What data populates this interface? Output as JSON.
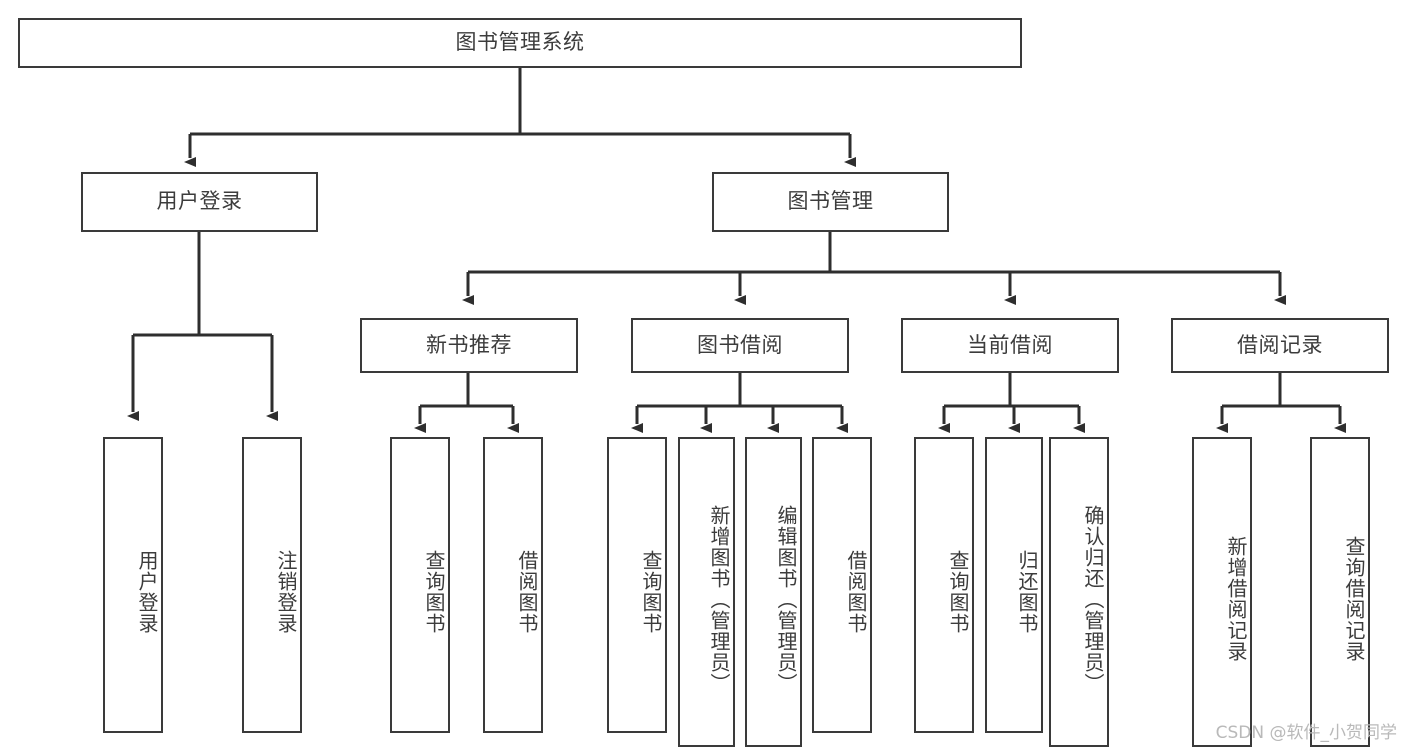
{
  "diagram": {
    "title": "图书管理系统",
    "type": "tree",
    "watermark": "CSDN @软件_小贺同学",
    "colors": {
      "box_border": "#3a3a3a",
      "box_fill": "#ffffff",
      "text": "#3c3c3c",
      "connector": "#2e2e2e",
      "background": "#ffffff",
      "watermark": "#b9b9b9"
    },
    "nodes": {
      "root": {
        "label": "图书管理系统",
        "orientation": "horizontal",
        "level": 0
      },
      "user_login": {
        "label": "用户登录",
        "orientation": "horizontal",
        "level": 1
      },
      "book_manage": {
        "label": "图书管理",
        "orientation": "horizontal",
        "level": 1
      },
      "new_book_rec": {
        "label": "新书推荐",
        "orientation": "horizontal",
        "level": 2
      },
      "book_borrow": {
        "label": "图书借阅",
        "orientation": "horizontal",
        "level": 2
      },
      "current_borrow": {
        "label": "当前借阅",
        "orientation": "horizontal",
        "level": 2
      },
      "borrow_record": {
        "label": "借阅记录",
        "orientation": "horizontal",
        "level": 2
      },
      "leaf_user_login": {
        "label": "用户登录",
        "orientation": "vertical",
        "level": 2
      },
      "leaf_user_logout": {
        "label": "注销登录",
        "orientation": "vertical",
        "level": 2
      },
      "leaf_query_book_1": {
        "label": "查询图书",
        "orientation": "vertical",
        "level": 3
      },
      "leaf_borrow_book_1": {
        "label": "借阅图书",
        "orientation": "vertical",
        "level": 3
      },
      "leaf_query_book_2": {
        "label": "查询图书",
        "orientation": "vertical",
        "level": 3
      },
      "leaf_add_book": {
        "label": "新增图书（管理员）",
        "orientation": "vertical",
        "level": 3
      },
      "leaf_edit_book": {
        "label": "编辑图书（管理员）",
        "orientation": "vertical",
        "level": 3
      },
      "leaf_borrow_book_2": {
        "label": "借阅图书",
        "orientation": "vertical",
        "level": 3
      },
      "leaf_query_book_3": {
        "label": "查询图书",
        "orientation": "vertical",
        "level": 3
      },
      "leaf_return_book": {
        "label": "归还图书",
        "orientation": "vertical",
        "level": 3
      },
      "leaf_confirm_return": {
        "label": "确认归还（管理员）",
        "orientation": "vertical",
        "level": 3
      },
      "leaf_add_record": {
        "label": "新增借阅记录",
        "orientation": "vertical",
        "level": 3
      },
      "leaf_query_record": {
        "label": "查询借阅记录",
        "orientation": "vertical",
        "level": 3
      }
    },
    "edges": [
      {
        "from": "root",
        "to": "user_login"
      },
      {
        "from": "root",
        "to": "book_manage"
      },
      {
        "from": "user_login",
        "to": "leaf_user_login"
      },
      {
        "from": "user_login",
        "to": "leaf_user_logout"
      },
      {
        "from": "book_manage",
        "to": "new_book_rec"
      },
      {
        "from": "book_manage",
        "to": "book_borrow"
      },
      {
        "from": "book_manage",
        "to": "current_borrow"
      },
      {
        "from": "book_manage",
        "to": "borrow_record"
      },
      {
        "from": "new_book_rec",
        "to": "leaf_query_book_1"
      },
      {
        "from": "new_book_rec",
        "to": "leaf_borrow_book_1"
      },
      {
        "from": "book_borrow",
        "to": "leaf_query_book_2"
      },
      {
        "from": "book_borrow",
        "to": "leaf_add_book"
      },
      {
        "from": "book_borrow",
        "to": "leaf_edit_book"
      },
      {
        "from": "book_borrow",
        "to": "leaf_borrow_book_2"
      },
      {
        "from": "current_borrow",
        "to": "leaf_query_book_3"
      },
      {
        "from": "current_borrow",
        "to": "leaf_return_book"
      },
      {
        "from": "current_borrow",
        "to": "leaf_confirm_return"
      },
      {
        "from": "borrow_record",
        "to": "leaf_add_record"
      },
      {
        "from": "borrow_record",
        "to": "leaf_query_record"
      }
    ]
  }
}
